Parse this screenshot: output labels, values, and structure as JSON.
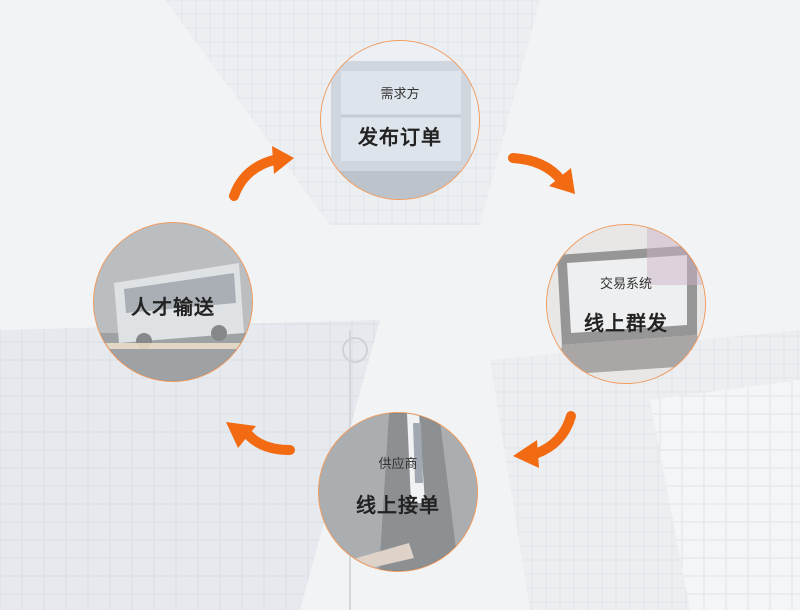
{
  "steps": [
    {
      "subtitle": "需求方",
      "title": "发布订单"
    },
    {
      "subtitle": "交易系统",
      "title": "线上群发"
    },
    {
      "subtitle": "供应商",
      "title": "线上接单"
    },
    {
      "subtitle": "",
      "title": "人才输送"
    }
  ],
  "colors": {
    "accent": "#f26a12",
    "ring": "#f39a5b"
  }
}
